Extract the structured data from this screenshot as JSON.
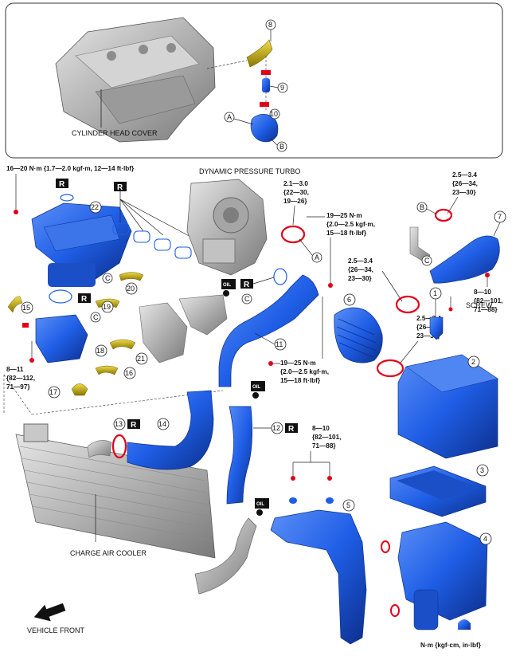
{
  "inset": {
    "cylinder_head_cover_label": "CYLINDER HEAD COVER",
    "callouts": {
      "c8": "8",
      "c9": "9",
      "c10": "10",
      "A": "A",
      "B": "B"
    }
  },
  "labels": {
    "dynamic_pressure_turbo": "DYNAMIC PRESSURE TURBO",
    "screw": "SCREW",
    "charge_air_cooler": "CHARGE AIR COOLER",
    "vehicle_front": "VEHICLE FRONT",
    "unit_legend": "N·m {kgf·cm, in·lbf}",
    "replace_badge": "R",
    "oil_badge": "OIL"
  },
  "torques": {
    "t_manifold": "16—20 N·m {1.7—2.0 kgf·m, 12—14 ft·lbf}",
    "t_clamp_turbo": [
      "2.1—3.0",
      "{22—30,",
      "19—26}"
    ],
    "t_turbo_bolt": [
      "19—25 N·m",
      "{2.0—2.5 kgf·m,",
      "15—18 ft·lbf}"
    ],
    "t_clamp_top_right": [
      "2.5—3.4",
      "{26—34,",
      "23—30}"
    ],
    "t_bracket_7": [
      "8—10",
      "{82—101,",
      "71—88}"
    ],
    "t_clamp_hose_6_top": [
      "2.5—3.4",
      "{26—34,",
      "23—30}"
    ],
    "t_clamp_hose_6_bottom": [
      "2.5—3.4",
      "{26—34,",
      "23—30}"
    ],
    "t_pipe_11": [
      "19—25 N·m",
      "{2.0—2.5 kgf·m,",
      "15—18 ft·lbf}"
    ],
    "t_bracket_18": [
      "8—11",
      "{82—112,",
      "71—97}"
    ],
    "t_duct_5": [
      "8—10",
      "{82—101,",
      "71—88}"
    ]
  },
  "callouts": {
    "c1": "1",
    "c2": "2",
    "c3": "3",
    "c4": "4",
    "c5": "5",
    "c6": "6",
    "c7": "7",
    "c11": "11",
    "c12": "12",
    "c13": "13",
    "c14": "14",
    "c15": "15",
    "c16": "16",
    "c17": "17",
    "c18": "18",
    "c19": "19",
    "c20": "20",
    "c21": "21",
    "c22": "22",
    "A": "A",
    "B": "B",
    "C1": "C",
    "C2": "C",
    "C3": "C",
    "C4": "C"
  },
  "colors": {
    "part_blue": "#1f5ee6",
    "part_blue_dark": "#1240a8",
    "hose_yellow": "#c8b000",
    "clamp_red": "#e0001a",
    "metal_grey": "#b4b4b4"
  }
}
